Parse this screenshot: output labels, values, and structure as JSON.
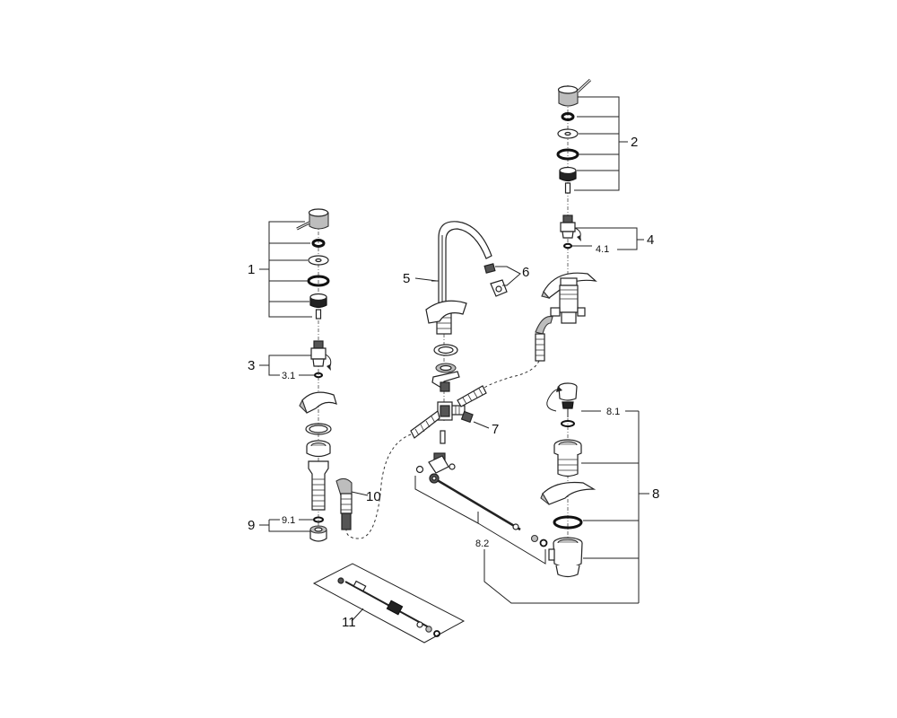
{
  "callouts": {
    "c1": "1",
    "c2": "2",
    "c3": "3",
    "c3_1": "3.1",
    "c4": "4",
    "c4_1": "4.1",
    "c5": "5",
    "c6": "6",
    "c7": "7",
    "c8": "8",
    "c8_1": "8.1",
    "c8_2": "8.2",
    "c9": "9",
    "c9_1": "9.1",
    "c10": "10",
    "c11": "11"
  }
}
